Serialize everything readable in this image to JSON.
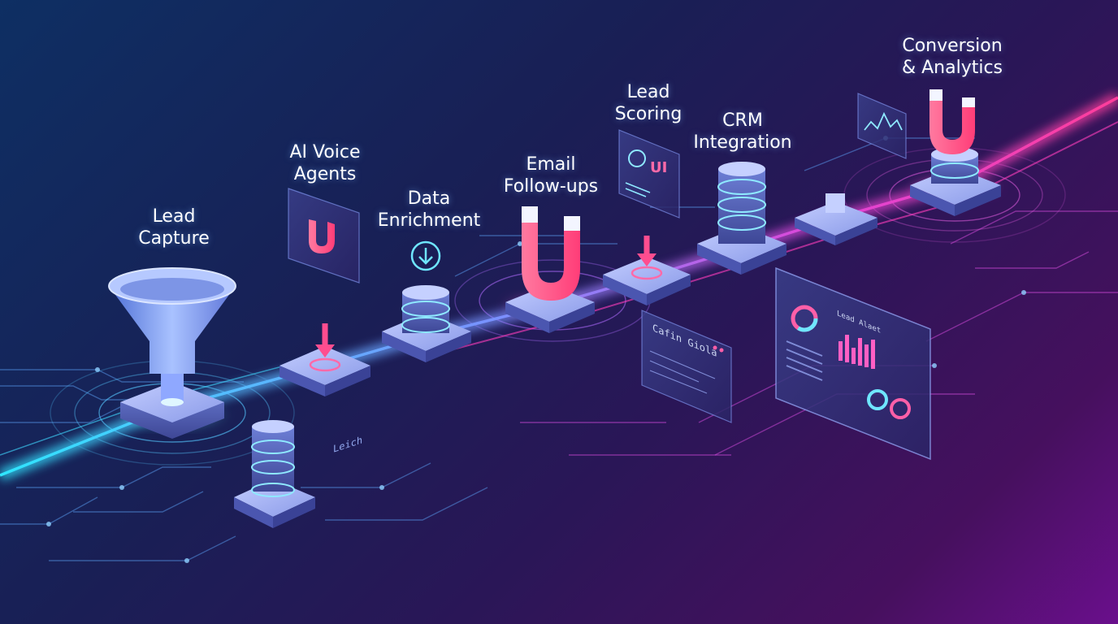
{
  "stages": [
    {
      "line1": "Lead",
      "line2": "Capture"
    },
    {
      "line1": "AI Voice",
      "line2": "Agents"
    },
    {
      "line1": "Data",
      "line2": "Enrichment"
    },
    {
      "line1": "Email",
      "line2": "Follow-ups"
    },
    {
      "line1": "Lead",
      "line2": "Scoring"
    },
    {
      "line1": "CRM",
      "line2": "Integration"
    },
    {
      "line1": "Conversion",
      "line2": "& Analytics"
    }
  ],
  "panel_texts": {
    "caption_panel": "Cafin Giola",
    "ground_label": "Leich",
    "dashboard_title": "Lead Alaet"
  },
  "icons": {
    "agent_card": "magnet-icon",
    "scoring_card": "u-badge-icon"
  },
  "colors": {
    "pipeline_cyan": "#3fd8ff",
    "pipeline_magenta": "#ff3dbd",
    "block_top": "#9fb2ff",
    "block_side": "#5f6fc8",
    "magnet_red": "#ff5c8a"
  }
}
